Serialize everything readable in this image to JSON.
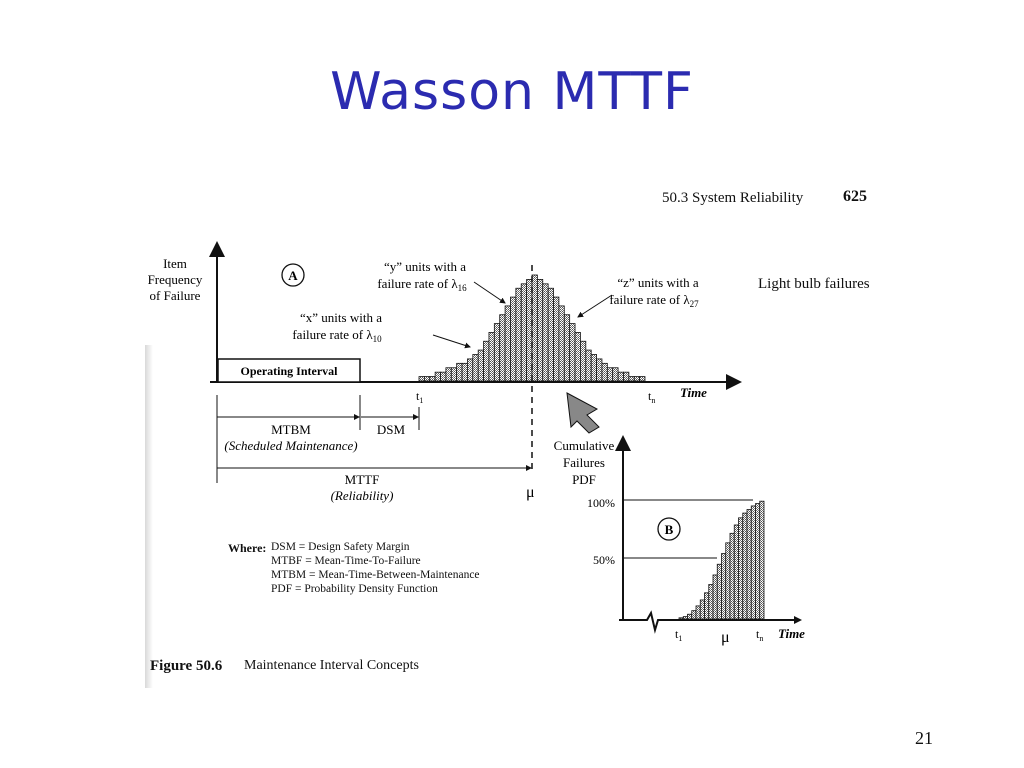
{
  "slide": {
    "title": "Wasson MTTF",
    "page_number": "21",
    "note": "Light bulb failures"
  },
  "book_header": {
    "section": "50.3  System Reliability",
    "page": "625"
  },
  "diagram_a": {
    "marker": "A",
    "y_label": [
      "Item",
      "Frequency",
      "of Failure"
    ],
    "operating_interval": "Operating Interval",
    "x_axis_label": "Time",
    "t1": "t",
    "t1_sub": "1",
    "tn": "t",
    "tn_sub": "n",
    "mu": "μ",
    "callout_x": [
      "“x” units with a",
      "failure rate of λ"
    ],
    "callout_x_sub": "10",
    "callout_y": [
      "“y” units with a",
      "failure rate of λ"
    ],
    "callout_y_sub": "16",
    "callout_z": [
      "“z” units with a",
      "failure rate of λ"
    ],
    "callout_z_sub": "27",
    "mtbm": "MTBM",
    "mtbm_desc": "(Scheduled Maintenance)",
    "dsm": "DSM",
    "mttf": "MTTF",
    "mttf_desc": "(Reliability)",
    "histogram_frequency": [
      1,
      1,
      1,
      2,
      2,
      3,
      3,
      4,
      4,
      5,
      6,
      7,
      9,
      11,
      13,
      15,
      17,
      19,
      21,
      22,
      23,
      24,
      23,
      22,
      21,
      19,
      17,
      15,
      13,
      11,
      9,
      7,
      6,
      5,
      4,
      3,
      3,
      2,
      2,
      1,
      1,
      1
    ]
  },
  "diagram_b": {
    "marker": "B",
    "y_label": [
      "Cumulative",
      "Failures",
      "PDF"
    ],
    "tick_100": "100%",
    "tick_50": "50%",
    "x_axis_label": "Time",
    "t1": "t",
    "t1_sub": "1",
    "tn": "t",
    "tn_sub": "n",
    "mu": "μ",
    "cumulative_percent": [
      1,
      2,
      4,
      7,
      11,
      16,
      22,
      29,
      37,
      46,
      55,
      64,
      72,
      79,
      85,
      89,
      92,
      95,
      97,
      99
    ]
  },
  "legend": {
    "where": "Where:",
    "items": [
      "DSM = Design Safety Margin",
      "MTBF = Mean-Time-To-Failure",
      "MTBM = Mean-Time-Between-Maintenance",
      "PDF = Probability Density Function"
    ]
  },
  "caption": {
    "label": "Figure 50.6",
    "text": "Maintenance Interval Concepts"
  }
}
